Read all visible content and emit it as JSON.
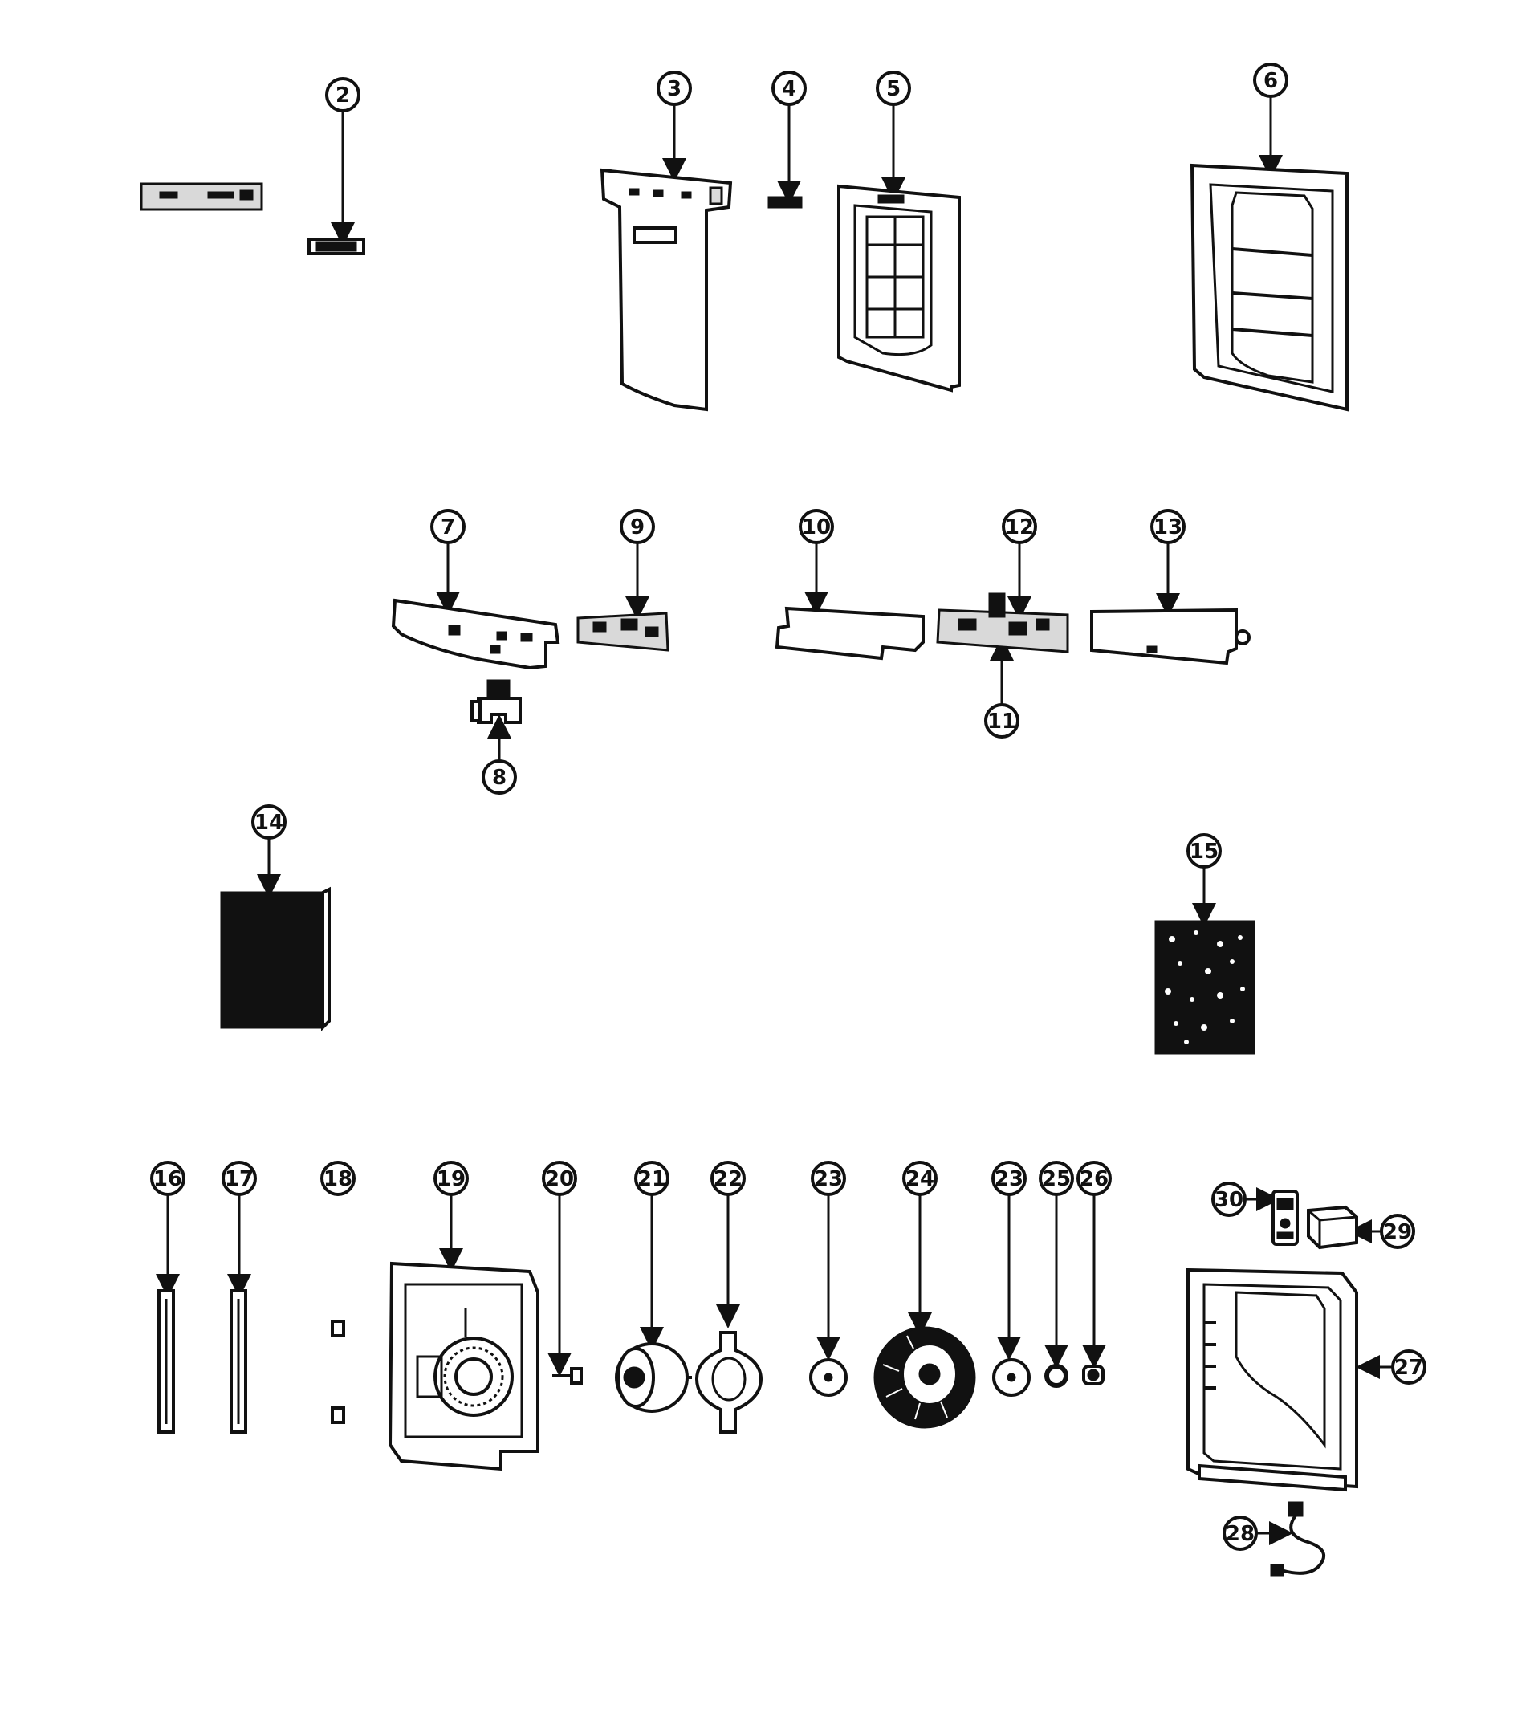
{
  "callouts": {
    "n2": "2",
    "n3": "3",
    "n4": "4",
    "n5": "5",
    "n6": "6",
    "n7": "7",
    "n8": "8",
    "n9": "9",
    "n10": "10",
    "n11": "11",
    "n12": "12",
    "n13": "13",
    "n14": "14",
    "n15": "15",
    "n16": "16",
    "n17": "17",
    "n18": "18",
    "n19": "19",
    "n20": "20",
    "n21": "21",
    "n22": "22",
    "n23a": "23",
    "n24": "24",
    "n23b": "23",
    "n25": "25",
    "n26": "26",
    "n27": "27",
    "n28": "28",
    "n29": "29",
    "n30": "30"
  }
}
